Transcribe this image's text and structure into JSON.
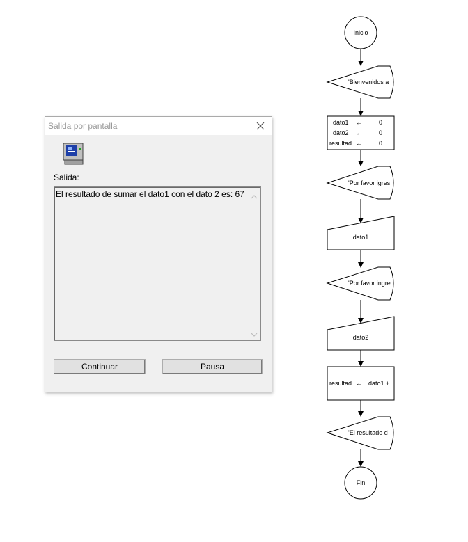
{
  "dialog": {
    "title": "Salida por pantalla",
    "output_label": "Salida:",
    "output_text": "El resultado de sumar el dato1 con el dato 2 es: 67",
    "continue_button": "Continuar",
    "pause_button": "Pausa",
    "icon": "computer-icon"
  },
  "flowchart": {
    "start": "Inicio",
    "output1": "'Bienvenidos a",
    "init": {
      "vars": [
        "dato1",
        "dato2",
        "resultad"
      ],
      "values": [
        "0",
        "0",
        "0"
      ],
      "arrow": "←"
    },
    "output2": "'Por favor igres",
    "input1": "dato1",
    "output3": "'Por favor ingre",
    "input2": "dato2",
    "assign": {
      "var": "resultad",
      "arrow": "←",
      "expr": "dato1 +"
    },
    "output4": "'El resultado d",
    "end": "Fin"
  }
}
